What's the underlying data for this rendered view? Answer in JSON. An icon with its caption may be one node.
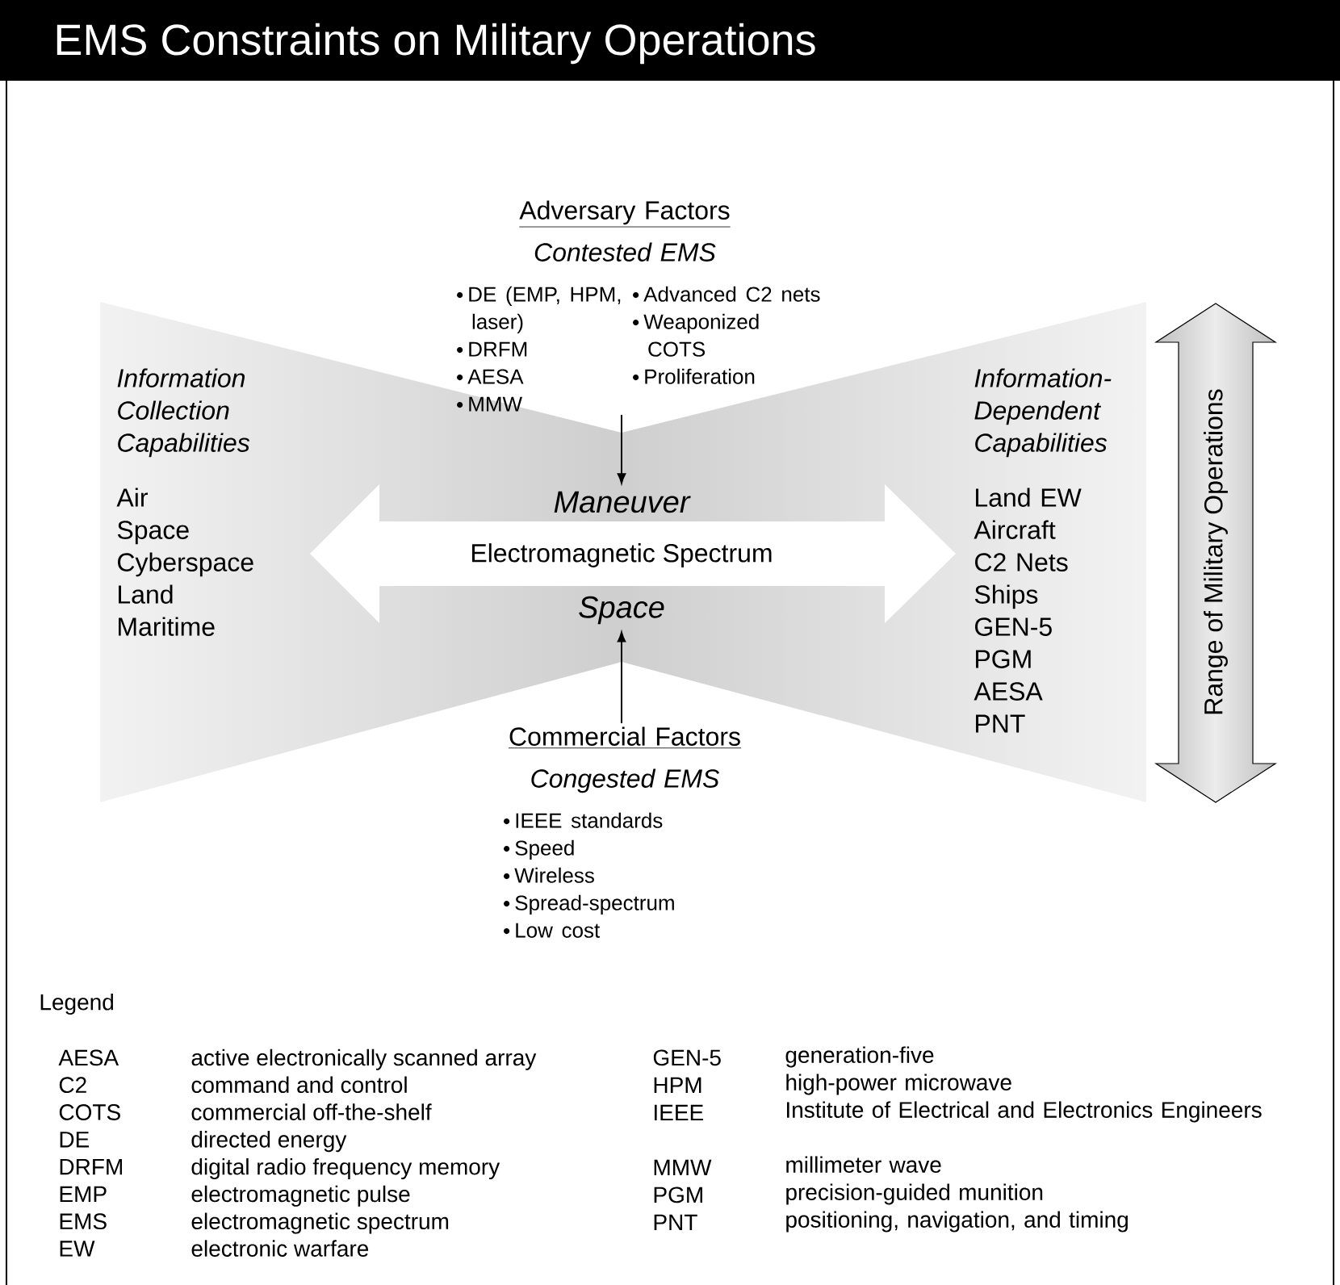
{
  "diagram": {
    "title": "EMS Constraints on Military Operations",
    "nodes": [
      {
        "text": [
          "Adversary Factors",
          "Contested EMS",
          "DE (EMP, HPM, laser)",
          "DRFM",
          "AESA",
          "MMW",
          "Advanced C2 nets",
          "Weaponized COTS",
          "Proliferation"
        ]
      },
      {
        "text": [
          "Information Collection Capabilities",
          "Air",
          "Space",
          "Cyberspace",
          "Land",
          "Maritime"
        ]
      },
      {
        "text": [
          "Maneuver"
        ]
      },
      {
        "text": [
          "Electromagnetic Spectrum"
        ]
      },
      {
        "text": [
          "Space"
        ]
      },
      {
        "text": [
          "Information-Dependent Capabilities",
          "Land EW",
          "Aircraft",
          "C2 Nets",
          "Ships",
          "GEN-5",
          "PGM",
          "AESA",
          "PNT"
        ]
      },
      {
        "text": [
          "Range of Military Operations"
        ]
      },
      {
        "text": [
          "Commercial Factors",
          "Congested EMS",
          "IEEE standards",
          "Speed",
          "Wireless",
          "Spread-spectrum",
          "Low cost"
        ]
      }
    ],
    "edges": [
      {
        "from": 0,
        "to": 2,
        "arrow": "to"
      },
      {
        "from": 7,
        "to": 4,
        "arrow": "to"
      }
    ],
    "labels": [
      "Legend",
      "AESA",
      "active electronically scanned array",
      "C2",
      "command and control",
      "COTS",
      "commercial off-the-shelf",
      "DE",
      "directed energy",
      "DRFM",
      "digital radio frequency memory",
      "EMP",
      "electromagnetic pulse",
      "EMS",
      "electromagnetic spectrum",
      "EW",
      "electronic warfare",
      "GEN-5",
      "generation-five",
      "HPM",
      "high-power microwave",
      "IEEE",
      "Institute of Electrical and Electronics Engineers",
      "MMW",
      "millimeter wave",
      "PGM",
      "precision-guided munition",
      "PNT",
      "positioning, navigation, and timing"
    ]
  }
}
